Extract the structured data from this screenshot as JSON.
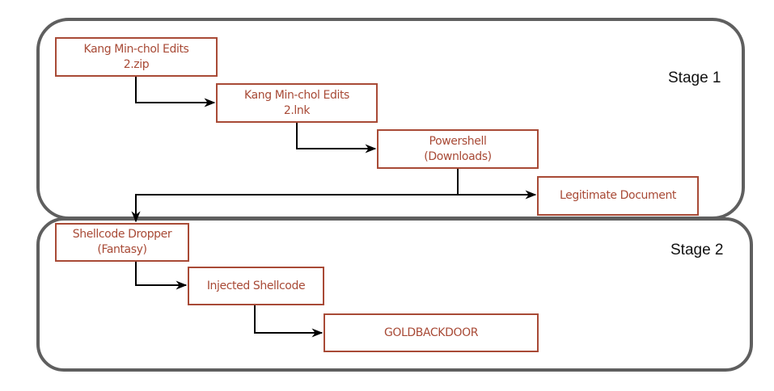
{
  "diagram": {
    "stages": [
      {
        "id": "stage1",
        "label": "Stage 1"
      },
      {
        "id": "stage2",
        "label": "Stage 2"
      }
    ],
    "nodes": [
      {
        "id": "zip",
        "label": "Kang Min-chol Edits\n2.zip",
        "stage": "stage1"
      },
      {
        "id": "lnk",
        "label": "Kang Min-chol Edits\n2.lnk",
        "stage": "stage1"
      },
      {
        "id": "powershell",
        "label": "Powershell\n(Downloads)",
        "stage": "stage1"
      },
      {
        "id": "legit",
        "label": "Legitimate Document",
        "stage": "stage1"
      },
      {
        "id": "dropper",
        "label": "Shellcode Dropper\n(Fantasy)",
        "stage": "stage2"
      },
      {
        "id": "injected",
        "label": "Injected Shellcode",
        "stage": "stage2"
      },
      {
        "id": "goldbackdoor",
        "label": "GOLDBACKDOOR",
        "stage": "stage2"
      }
    ],
    "edges": [
      {
        "from": "zip",
        "to": "lnk"
      },
      {
        "from": "lnk",
        "to": "powershell"
      },
      {
        "from": "powershell",
        "to": "legit"
      },
      {
        "from": "powershell",
        "to": "dropper"
      },
      {
        "from": "dropper",
        "to": "injected"
      },
      {
        "from": "injected",
        "to": "goldbackdoor"
      }
    ],
    "colors": {
      "node_border": "#a84a36",
      "node_text": "#a84a36",
      "stage_border": "#5f5f5f",
      "edge": "#000000"
    }
  }
}
